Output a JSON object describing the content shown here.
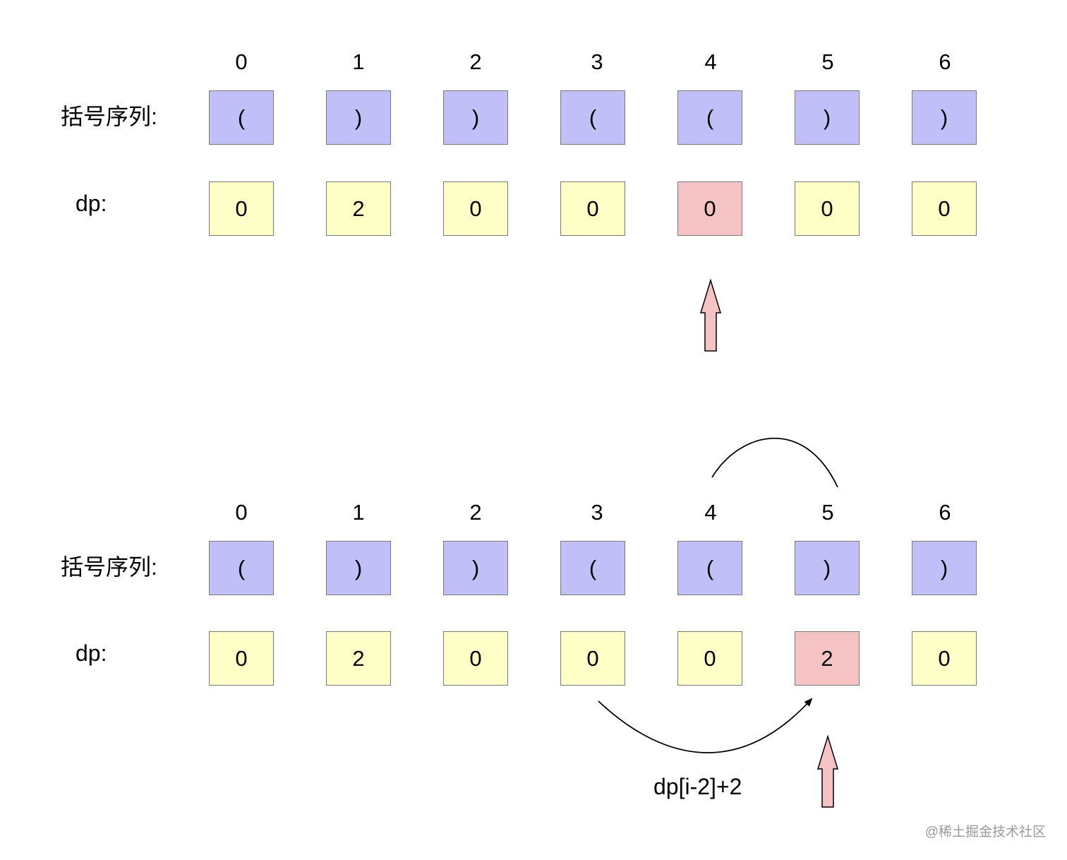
{
  "panels": [
    {
      "indices": [
        "0",
        "1",
        "2",
        "3",
        "4",
        "5",
        "6"
      ],
      "seq_label": "括号序列:",
      "dp_label": "dp:",
      "sequence": [
        "(",
        ")",
        ")",
        "(",
        "(",
        ")",
        ")"
      ],
      "dp": [
        "0",
        "2",
        "0",
        "0",
        "0",
        "0",
        "0"
      ],
      "highlight_index": 4
    },
    {
      "indices": [
        "0",
        "1",
        "2",
        "3",
        "4",
        "5",
        "6"
      ],
      "seq_label": "括号序列:",
      "dp_label": "dp:",
      "sequence": [
        "(",
        ")",
        ")",
        "(",
        "(",
        ")",
        ")"
      ],
      "dp": [
        "0",
        "2",
        "0",
        "0",
        "0",
        "2",
        "0"
      ],
      "highlight_index": 5,
      "formula": "dp[i-2]+2"
    }
  ],
  "colors": {
    "paren_fill": "#c0bff8",
    "dp_fill": "#fefec7",
    "highlight_fill": "#f5c3c3",
    "arrow_fill": "#f5c3c3"
  },
  "watermark": "@稀土掘金技术社区"
}
